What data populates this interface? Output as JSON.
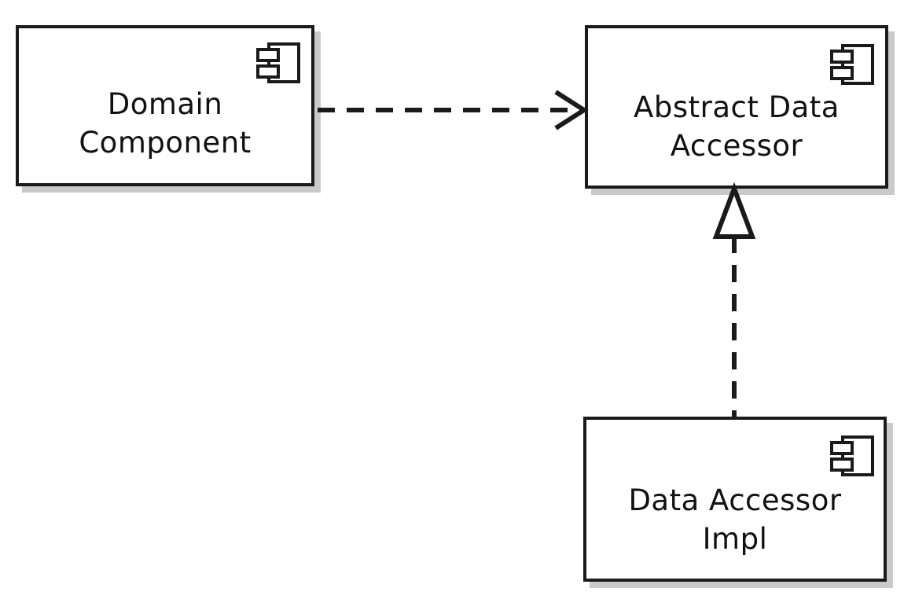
{
  "diagram": {
    "type": "uml-component-diagram",
    "background_color": "#ffffff",
    "stroke_color": "#1a1a1a",
    "shadow_color": "#c9c9c9",
    "components": [
      {
        "id": "domain-component",
        "label": "Domain\nComponent",
        "icon": "uml-component-icon"
      },
      {
        "id": "abstract-data-accessor",
        "label": "Abstract Data\nAccessor",
        "icon": "uml-component-icon"
      },
      {
        "id": "data-accessor-impl",
        "label": "Data Accessor\nImpl",
        "icon": "uml-component-icon"
      }
    ],
    "relationships": [
      {
        "id": "dependency-domain-to-abstract",
        "type": "dependency",
        "style": "dashed",
        "arrowhead": "open-arrow",
        "from": "domain-component",
        "to": "abstract-data-accessor"
      },
      {
        "id": "realization-impl-to-abstract",
        "type": "realization",
        "style": "dashed",
        "arrowhead": "hollow-triangle",
        "from": "data-accessor-impl",
        "to": "abstract-data-accessor"
      }
    ]
  }
}
